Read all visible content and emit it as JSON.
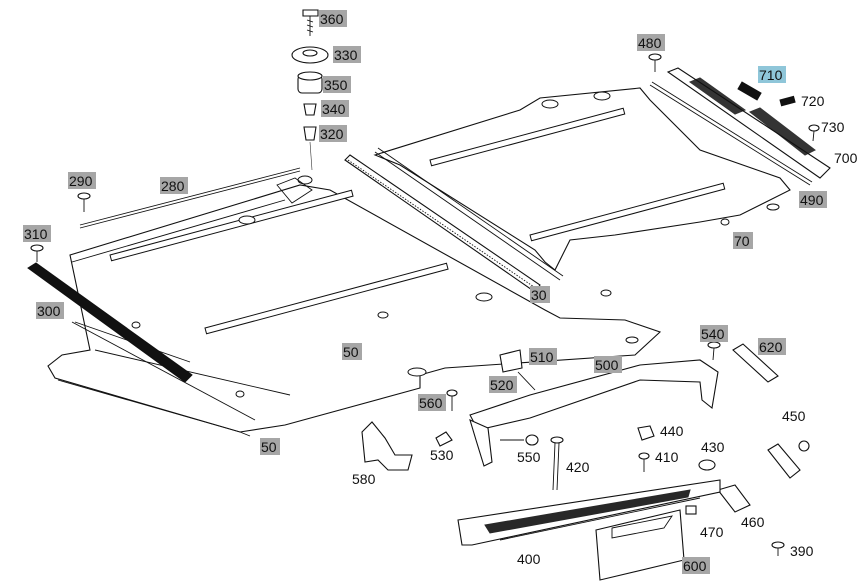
{
  "colors": {
    "label_box_gray": "#a6a6a6",
    "label_box_highlight": "#8fc6d9",
    "line": "#111111"
  },
  "labels": {
    "p360": "360",
    "p330": "330",
    "p350": "350",
    "p340": "340",
    "p320": "320",
    "p480": "480",
    "p710": "710",
    "p720": "720",
    "p730": "730",
    "p700": "700",
    "p490": "490",
    "p70": "70",
    "p290": "290",
    "p280": "280",
    "p310": "310",
    "p300": "300",
    "p30": "30",
    "p50a": "50",
    "p50b": "50",
    "p540": "540",
    "p620": "620",
    "p510": "510",
    "p500": "500",
    "p520": "520",
    "p560": "560",
    "p450": "450",
    "p440": "440",
    "p430": "430",
    "p410": "410",
    "p530": "530",
    "p550": "550",
    "p420": "420",
    "p580": "580",
    "p460": "460",
    "p470": "470",
    "p390": "390",
    "p400": "400",
    "p600": "600"
  }
}
